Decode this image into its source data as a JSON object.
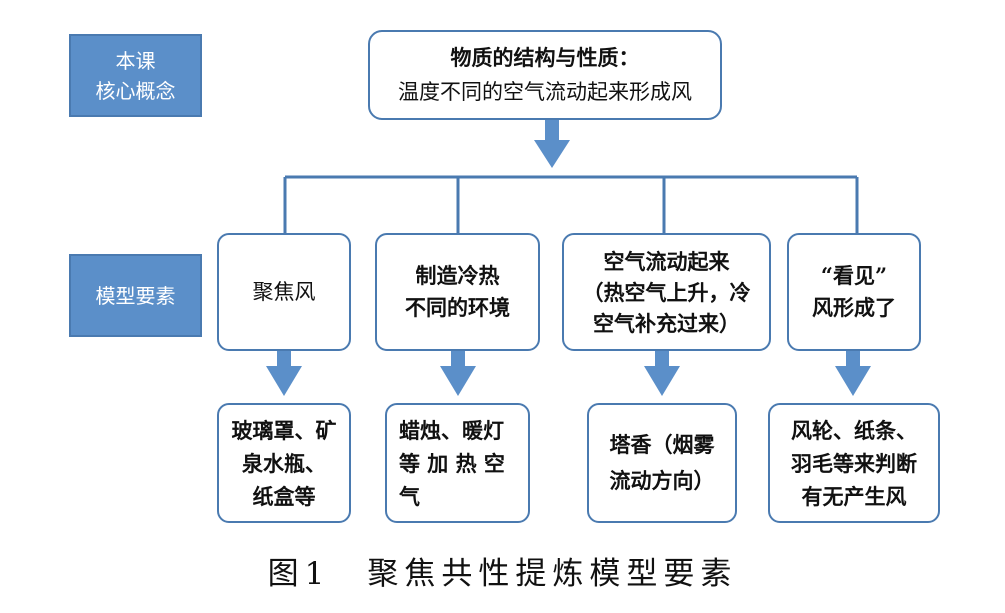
{
  "labels": {
    "core_concept": [
      "本课",
      "核心概念"
    ],
    "model_elements": "模型要素"
  },
  "top": {
    "line1": "物质的结构与性质：",
    "line2": "温度不同的空气流动起来形成风"
  },
  "columns": [
    {
      "model": [
        "聚焦风"
      ],
      "example": [
        "玻璃罩、矿",
        "泉水瓶、",
        "纸盒等"
      ]
    },
    {
      "model": [
        "制造冷热",
        "不同的环境"
      ],
      "example": [
        "蜡烛、暖灯",
        "等 加 热 空",
        "气"
      ]
    },
    {
      "model": [
        "空气流动起来",
        "（热空气上升，冷",
        "空气补充过来）"
      ],
      "example": [
        "塔香（烟雾",
        "流动方向）"
      ]
    },
    {
      "model": [
        "“看见”",
        "风形成了"
      ],
      "example": [
        "风轮、纸条、",
        "羽毛等来判断",
        "有无产生风"
      ]
    }
  ],
  "caption": "图1　聚焦共性提炼模型要素",
  "colors": {
    "accent": "#5b8fc9",
    "border": "#4a7ab0",
    "arrow": "#5b8fc9"
  }
}
